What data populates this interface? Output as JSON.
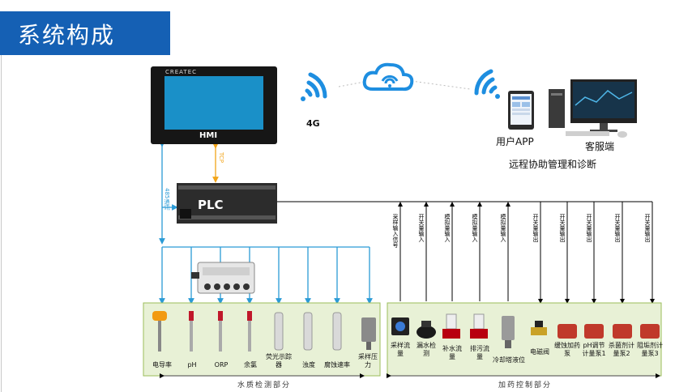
{
  "section_title": "系统构成",
  "hmi": {
    "brand": "CREATEC",
    "label": "HMI"
  },
  "plc": {
    "label": "PLC"
  },
  "network": {
    "label_4g": "4G",
    "tcp": "TCP",
    "rs485": "485通讯"
  },
  "remote": {
    "app_label": "用户APP",
    "client_label": "客服端",
    "caption": "远程协助管理和诊断"
  },
  "left_panel": {
    "caption": "水质检测部分",
    "sensors": [
      {
        "label": "电导率"
      },
      {
        "label": "pH"
      },
      {
        "label": "ORP"
      },
      {
        "label": "余氯"
      },
      {
        "label": "荧光示踪器"
      },
      {
        "label": "浊度"
      },
      {
        "label": "腐蚀速率"
      },
      {
        "label": "采样压力"
      }
    ]
  },
  "right_panel": {
    "caption": "加药控制部分",
    "devices": [
      {
        "label": "采样流量"
      },
      {
        "label": "漏水检测"
      },
      {
        "label": "补水流量"
      },
      {
        "label": "排污流量"
      },
      {
        "label": "冷却塔液位"
      },
      {
        "label": "电磁阀"
      },
      {
        "label": "缓蚀加药泵"
      },
      {
        "label": "pH调节计量泵1"
      },
      {
        "label": "杀菌剂计量泵2"
      },
      {
        "label": "阻垢剂计量泵3"
      }
    ]
  },
  "signals": [
    "采样输入信号",
    "开关量输入",
    "模拟量输入",
    "模拟量输入",
    "模拟量输入",
    "开关量输出",
    "开关量输出",
    "开关量输出",
    "开关量输出",
    "开关量输出"
  ]
}
